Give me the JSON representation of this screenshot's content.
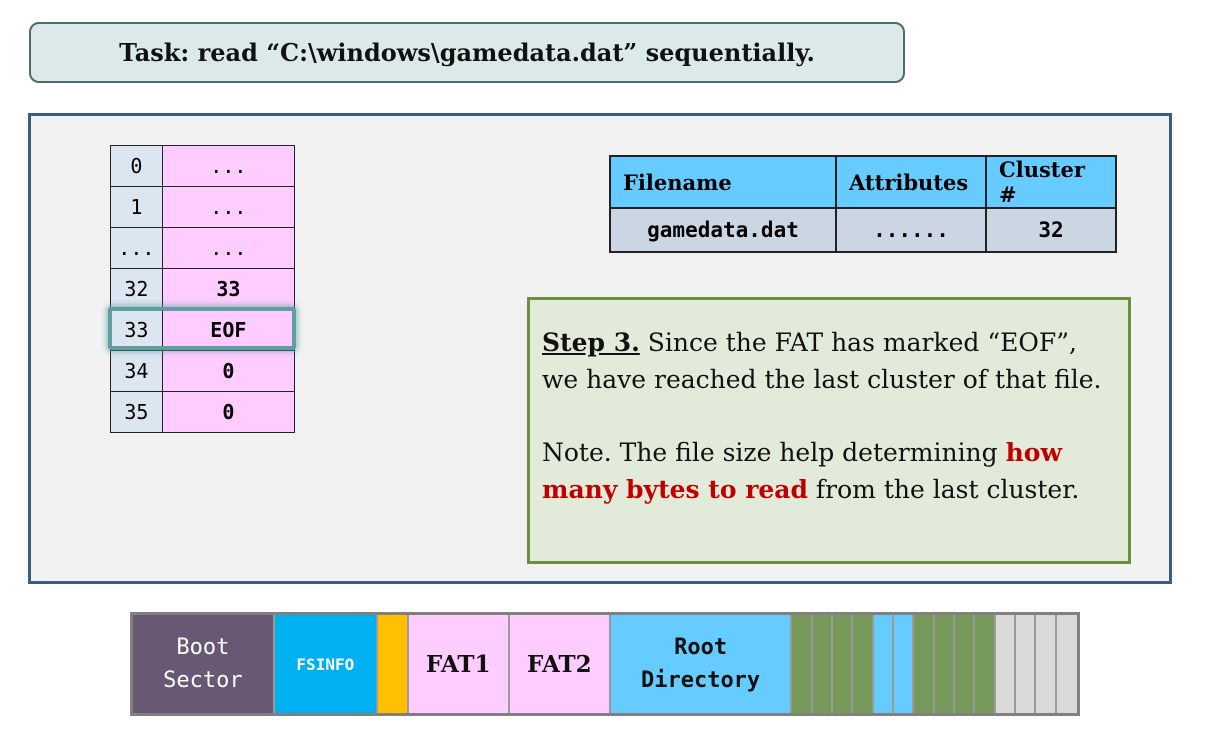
{
  "task": {
    "text": "Task: read “C:\\windows\\gamedata.dat” sequentially."
  },
  "fat_table": {
    "rows": [
      {
        "index": "0",
        "value": "..."
      },
      {
        "index": "1",
        "value": "..."
      },
      {
        "index": "...",
        "value": "..."
      },
      {
        "index": "32",
        "value": "33"
      },
      {
        "index": "33",
        "value": "EOF"
      },
      {
        "index": "34",
        "value": "0"
      },
      {
        "index": "35",
        "value": "0"
      }
    ]
  },
  "directory_table": {
    "headers": [
      "Filename",
      "Attributes",
      "Cluster #"
    ],
    "row": [
      "gamedata.dat",
      "......",
      "32"
    ]
  },
  "step": {
    "heading": "Step 3.",
    "line1_rest": " Since the FAT has marked “EOF”, we have reached the last cluster of that file.",
    "note_prefix": "Note. The file size help determining ",
    "note_highlight": "how many bytes to read",
    "note_suffix": " from the last cluster."
  },
  "disk_layout": {
    "boot_line1": "Boot",
    "boot_line2": "Sector",
    "fsinfo": "FSINFO",
    "fat1": "FAT1",
    "fat2": "FAT2",
    "root_line1": "Root",
    "root_line2": "Directory"
  },
  "colors": {
    "boot": "#685873",
    "fsinfo": "#00b0f0",
    "reserved": "#ffc000",
    "fat": "#ffccff",
    "root": "#66ccff",
    "data_used": "#77995a",
    "dir_cluster": "#66ccff",
    "free": "#d9d9d9",
    "highlight": "#c00000"
  }
}
